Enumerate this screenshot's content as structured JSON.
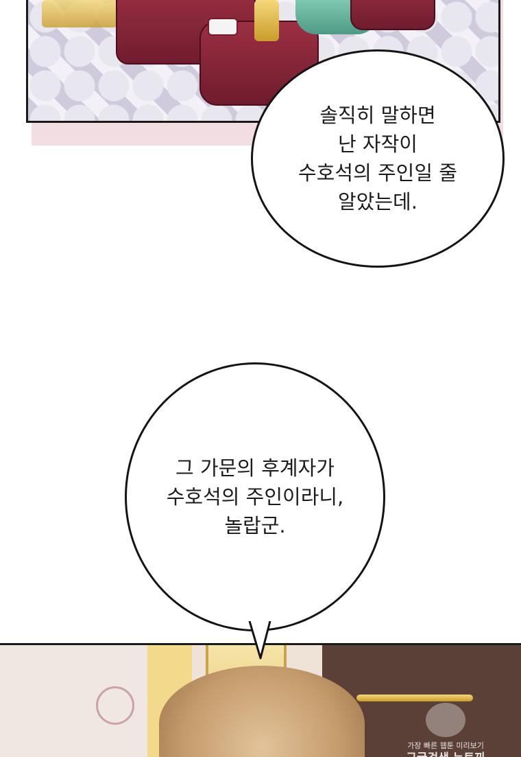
{
  "bubble_1": {
    "lines": [
      "솔직히 말하면",
      "난 자작이",
      "수호석의 주인일 줄",
      "알았는데."
    ]
  },
  "bubble_2": {
    "lines": [
      "그 가문의 후계자가",
      "수호석의 주인이라니,",
      "놀랍군."
    ]
  },
  "watermark": {
    "top_line": "가장 빠른 웹툰 미리보기",
    "bottom_line": "구글검색 뉴토끼"
  },
  "colors": {
    "panel_border": "#1a1a1a",
    "sofa_red": "#8a2436",
    "gold": "#e0b84a",
    "panel_shadow_pink": "#f1dde2"
  }
}
